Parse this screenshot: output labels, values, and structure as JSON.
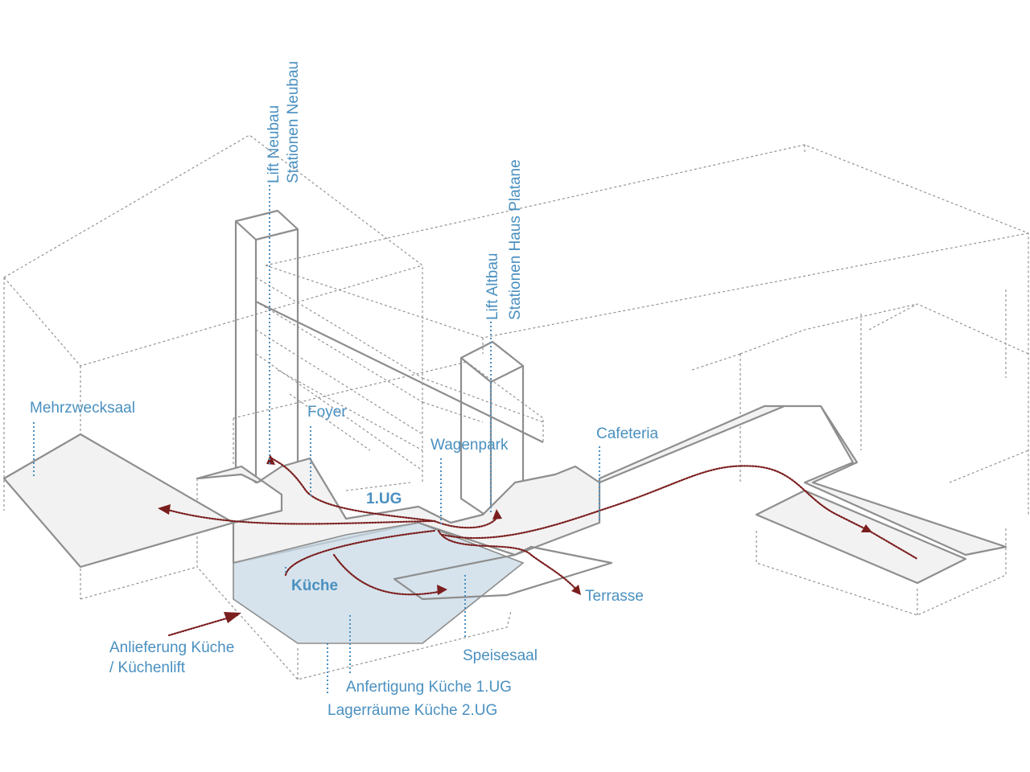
{
  "colors": {
    "label": "#4a90c0",
    "flow": "#7b1e1e",
    "outline": "#8e8e8e",
    "floor_fill": "#f2f2f2",
    "kitchen_fill": "#c9d9e6"
  },
  "labels": {
    "lift_neubau": "Lift Neubau",
    "stationen_neubau": "Stationen Neubau",
    "lift_altbau": "Lift Altbau",
    "stationen_platane": "Stationen Haus Platane",
    "mehrzwecksaal": "Mehrzwecksaal",
    "foyer": "Foyer",
    "wagenpark": "Wagenpark",
    "cafeteria": "Cafeteria",
    "ug1": "1.UG",
    "kueche": "Küche",
    "terrasse": "Terrasse",
    "anlieferung_1": "Anlieferung Küche",
    "anlieferung_2": "/ Küchenlift",
    "speisesaal": "Speisesaal",
    "anfertigung": "Anfertigung Küche 1.UG",
    "lagerraeume": "Lagerräume Küche 2.UG"
  }
}
